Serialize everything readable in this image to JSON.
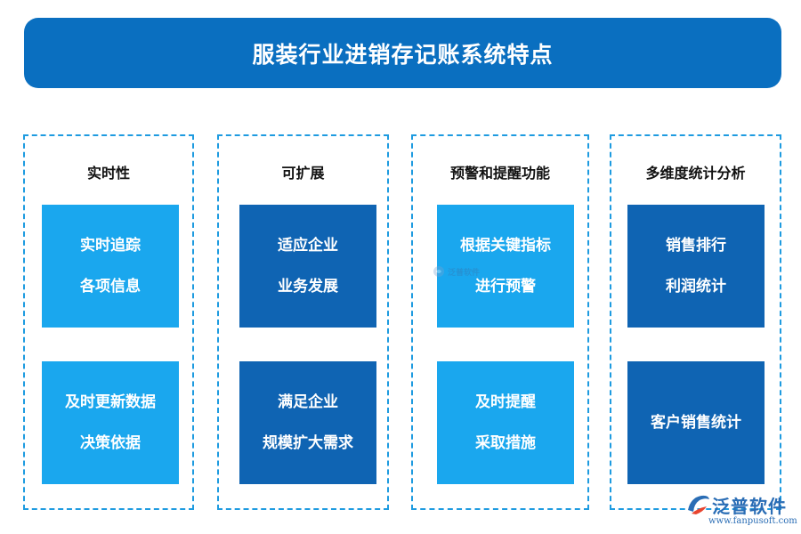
{
  "title": "服装行业进销存记账系统特点",
  "columns": [
    {
      "heading": "实时性",
      "cards": [
        {
          "line1": "实时追踪",
          "line2": "各项信息"
        },
        {
          "line1": "及时更新数据",
          "line2": "决策依据"
        }
      ]
    },
    {
      "heading": "可扩展",
      "cards": [
        {
          "line1": "适应企业",
          "line2": "业务发展"
        },
        {
          "line1": "满足企业",
          "line2": "规模扩大需求"
        }
      ]
    },
    {
      "heading": "预警和提醒功能",
      "cards": [
        {
          "line1": "根据关键指标",
          "line2": "进行预警"
        },
        {
          "line1": "及时提醒",
          "line2": "采取措施"
        }
      ]
    },
    {
      "heading": "多维度统计分析",
      "cards": [
        {
          "line1": "销售排行",
          "line2": "利润统计"
        },
        {
          "line1": "客户销售统计",
          "line2": ""
        }
      ]
    }
  ],
  "watermark": "泛普软件",
  "brand": {
    "name": "泛普软件",
    "url": "www.fanpusoft.com",
    "icon": "fanpu-logo-icon"
  },
  "colors": {
    "title_bar": "#0a6fc0",
    "card_light": "#1aa7ee",
    "card_dark": "#0f64b3",
    "dashed_border": "#1e9be0"
  }
}
